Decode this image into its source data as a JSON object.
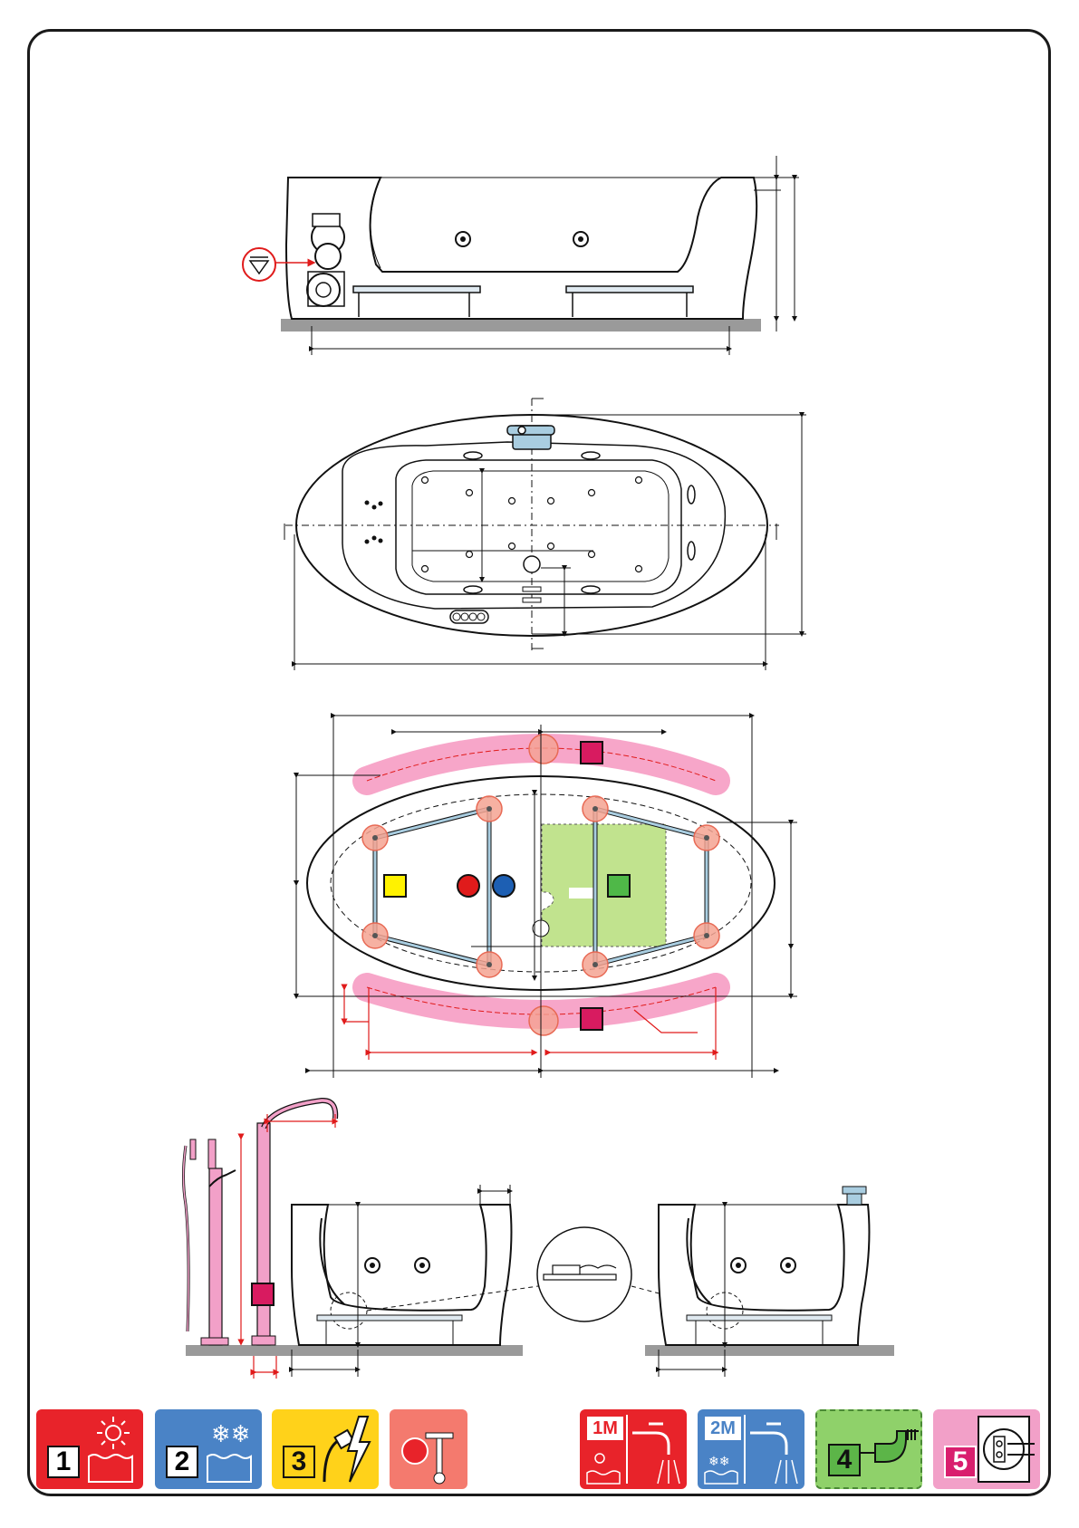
{
  "colors": {
    "red_tile": "#e8232a",
    "blue_tile": "#4a83c6",
    "yellow_tile": "#ffd21a",
    "salmon_tile": "#f47a6e",
    "green_tile": "#8fd16a",
    "pink_tile": "#f2a0c8",
    "pink_zone": "#f7a6c9",
    "green_zone": "#c1e38e",
    "jet_circle": "#f4a392",
    "pipe": "#a9cde0",
    "marker_magenta": "#d81b60",
    "marker_yellow": "#fff200",
    "marker_green": "#4fb848",
    "hot_red": "#e01b1b",
    "cold_blue": "#1d5fb3",
    "floor_gray": "#9a9a9a"
  },
  "legend": [
    {
      "number": "1",
      "icon": "sun-water-icon",
      "meaning": "hot water"
    },
    {
      "number": "2",
      "icon": "snowflake-water-icon",
      "meaning": "cold water"
    },
    {
      "number": "3",
      "icon": "electric-plug-icon",
      "meaning": "electrical supply"
    },
    {
      "number": "",
      "icon": "valve-handle-icon",
      "meaning": "drain"
    },
    {
      "code": "1M",
      "icon": "hot-tap-icon"
    },
    {
      "code": "2M",
      "icon": "cold-tap-icon"
    },
    {
      "number": "4",
      "icon": "drain-pipe-icon"
    },
    {
      "number": "5",
      "icon": "junction-box-icon"
    }
  ]
}
